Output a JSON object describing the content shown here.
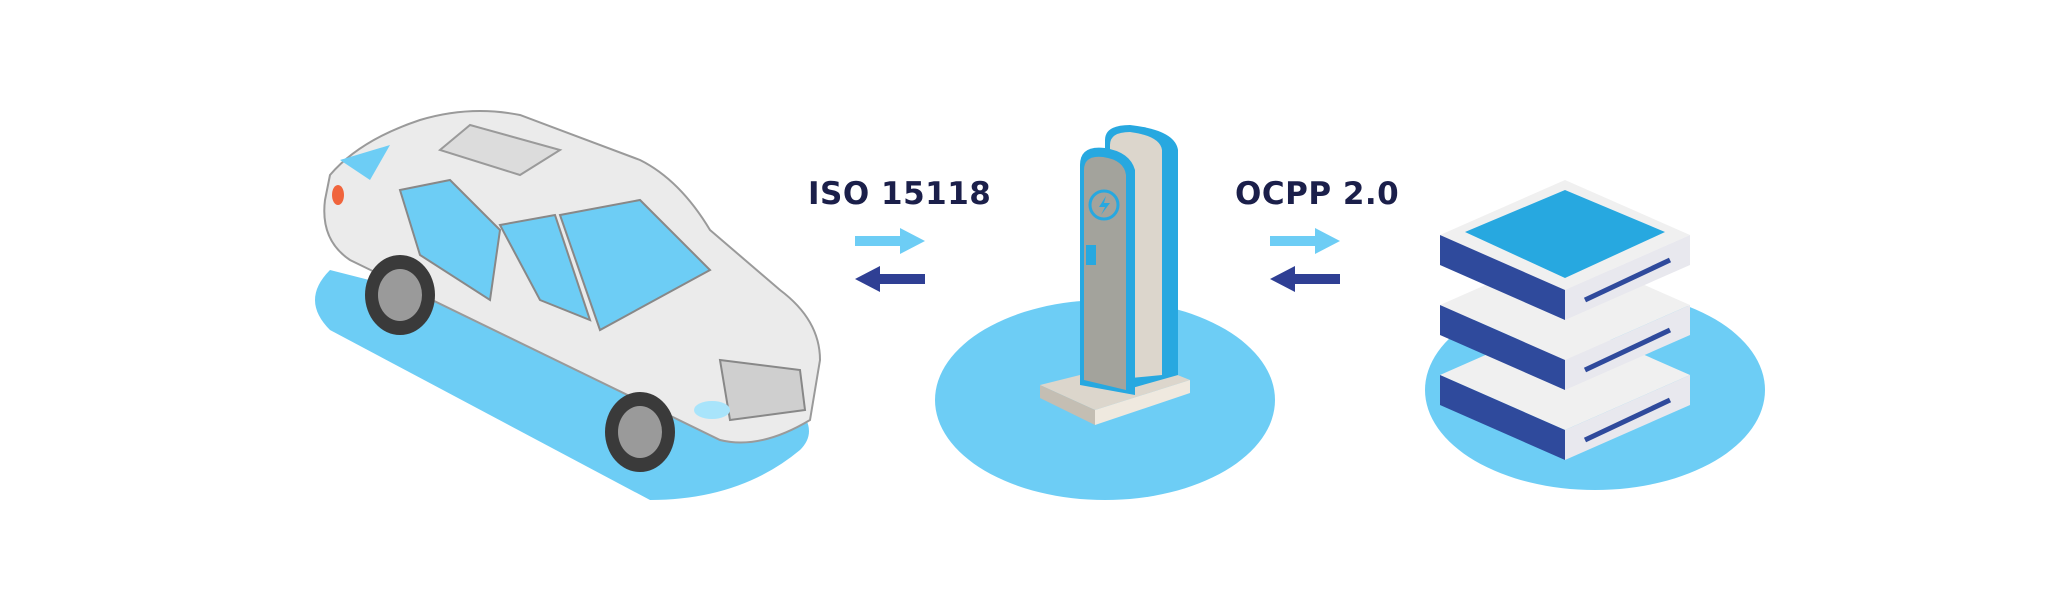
{
  "labels": {
    "left_protocol": "ISO 15118",
    "right_protocol": "OCPP 2.0"
  },
  "nodes": [
    "electric-car",
    "charging-station",
    "server"
  ],
  "colors": {
    "text": "#1b1f4a",
    "arrow_forward": "#6dcdf5",
    "arrow_back": "#2f3f94",
    "platform": "#6dcdf5",
    "server_blue": "#2f4a9c"
  }
}
